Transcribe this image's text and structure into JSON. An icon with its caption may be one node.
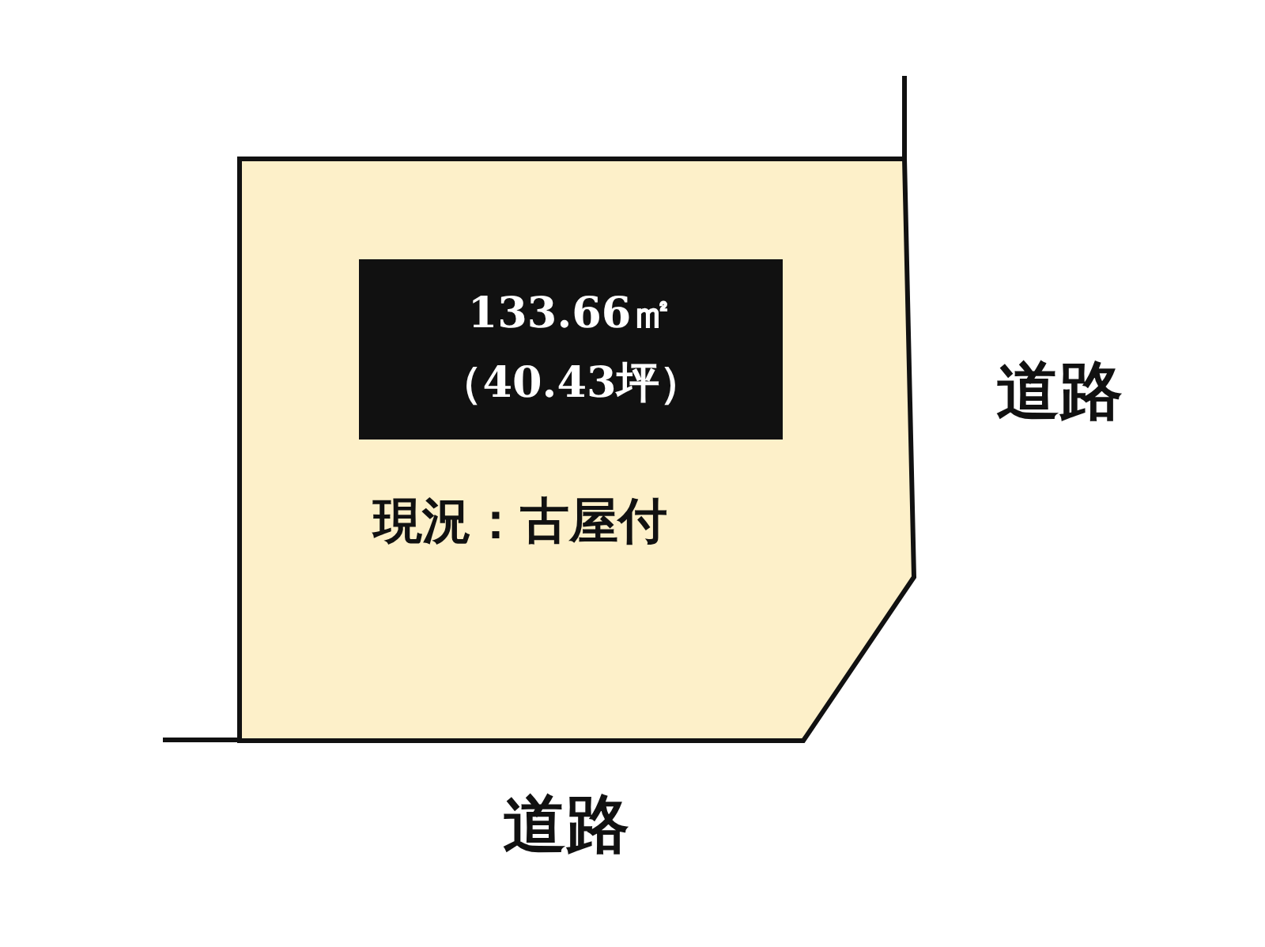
{
  "diagram": {
    "nodes": [
      {
        "text": [
          "現況：古屋付"
        ]
      },
      {
        "text": [
          "133.66㎡（40.43坪）"
        ],
        "in": 0
      }
    ],
    "labels": [
      "道路",
      "道路"
    ]
  }
}
